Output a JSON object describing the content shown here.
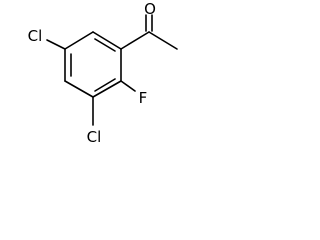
{
  "molecule": {
    "atoms": {
      "oxygen": "O",
      "fluorine": "F",
      "chlorine_upper_left": "Cl",
      "chlorine_bottom": "Cl"
    }
  }
}
